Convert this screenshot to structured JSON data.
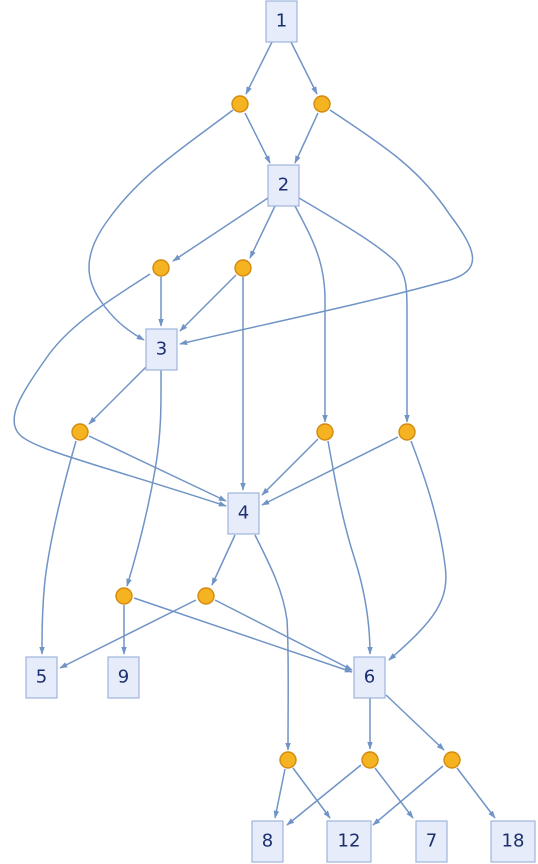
{
  "diagram": {
    "colors": {
      "edge": "#7094c6",
      "node_fill": "#e6ecfa",
      "node_stroke": "#9eb3dc",
      "node_text": "#1b2f6e",
      "hub_fill": "#f6b321",
      "hub_stroke": "#d48a10"
    },
    "nodes": [
      {
        "id": "n1",
        "label": "1"
      },
      {
        "id": "n2",
        "label": "2"
      },
      {
        "id": "n3",
        "label": "3"
      },
      {
        "id": "n4",
        "label": "4"
      },
      {
        "id": "n5",
        "label": "5"
      },
      {
        "id": "n9",
        "label": "9"
      },
      {
        "id": "n6",
        "label": "6"
      },
      {
        "id": "n8",
        "label": "8"
      },
      {
        "id": "n12",
        "label": "12"
      },
      {
        "id": "n7",
        "label": "7"
      },
      {
        "id": "n18",
        "label": "18"
      }
    ],
    "hubs": [
      "h1a",
      "h1b",
      "h2a",
      "h2b",
      "h2c",
      "h2d",
      "h3a",
      "h4a",
      "h4b",
      "h3b",
      "h4c",
      "h6a",
      "h6b"
    ],
    "edges": [
      [
        "n1",
        "h1a"
      ],
      [
        "n1",
        "h1b"
      ],
      [
        "h1a",
        "n2"
      ],
      [
        "h1b",
        "n2"
      ],
      [
        "h1a",
        "n3"
      ],
      [
        "h1b",
        "n3"
      ],
      [
        "n2",
        "h2a"
      ],
      [
        "n2",
        "h2b"
      ],
      [
        "n2",
        "h2c"
      ],
      [
        "n2",
        "h2d"
      ],
      [
        "h2a",
        "n3"
      ],
      [
        "h2b",
        "n3"
      ],
      [
        "h2a",
        "n4"
      ],
      [
        "h2b",
        "n4"
      ],
      [
        "h2c",
        "n4"
      ],
      [
        "h2d",
        "n4"
      ],
      [
        "h2c",
        "n6"
      ],
      [
        "h2d",
        "n6"
      ],
      [
        "n3",
        "h3a"
      ],
      [
        "n3",
        "h3b"
      ],
      [
        "h3a",
        "n5"
      ],
      [
        "h3a",
        "n4"
      ],
      [
        "h3b",
        "n9"
      ],
      [
        "h3b",
        "n6"
      ],
      [
        "n4",
        "h4a"
      ],
      [
        "n4",
        "h4c"
      ],
      [
        "h4a",
        "n5"
      ],
      [
        "h4a",
        "n6"
      ],
      [
        "h4c",
        "n8"
      ],
      [
        "h4c",
        "n12"
      ],
      [
        "n6",
        "h6a"
      ],
      [
        "n6",
        "h6b"
      ],
      [
        "h6a",
        "n8"
      ],
      [
        "h6a",
        "n7"
      ],
      [
        "h6b",
        "n12"
      ],
      [
        "h6b",
        "n18"
      ]
    ]
  }
}
